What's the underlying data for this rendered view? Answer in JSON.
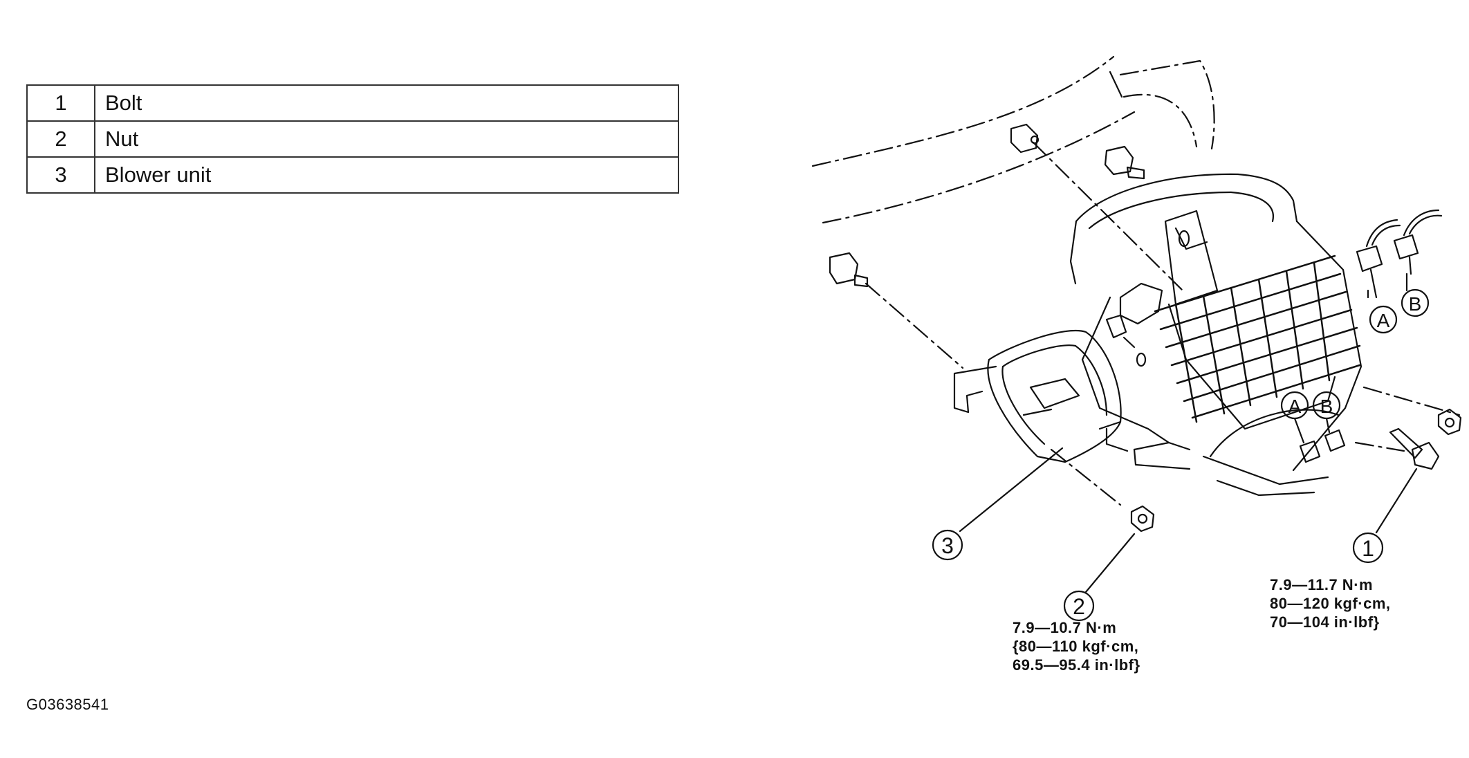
{
  "legend": {
    "rows": [
      {
        "num": "1",
        "label": "Bolt"
      },
      {
        "num": "2",
        "label": "Nut"
      },
      {
        "num": "3",
        "label": "Blower unit"
      }
    ]
  },
  "callouts": {
    "c1": "1",
    "c2": "2",
    "c3": "3",
    "connA_top": "A",
    "connB_top": "B",
    "connA_mid": "A",
    "connB_mid": "B"
  },
  "torque_bolt": {
    "line1": "7.9—11.7 N·m",
    "line2": "80—120 kgf·cm,",
    "line3": "70—104 in·lbf}"
  },
  "torque_nut": {
    "line1": "7.9—10.7 N·m",
    "line2": "{80—110 kgf·cm,",
    "line3": "69.5—95.4 in·lbf}"
  },
  "figure_id": "G03638541",
  "colors": {
    "ink": "#111111",
    "background": "#ffffff"
  }
}
